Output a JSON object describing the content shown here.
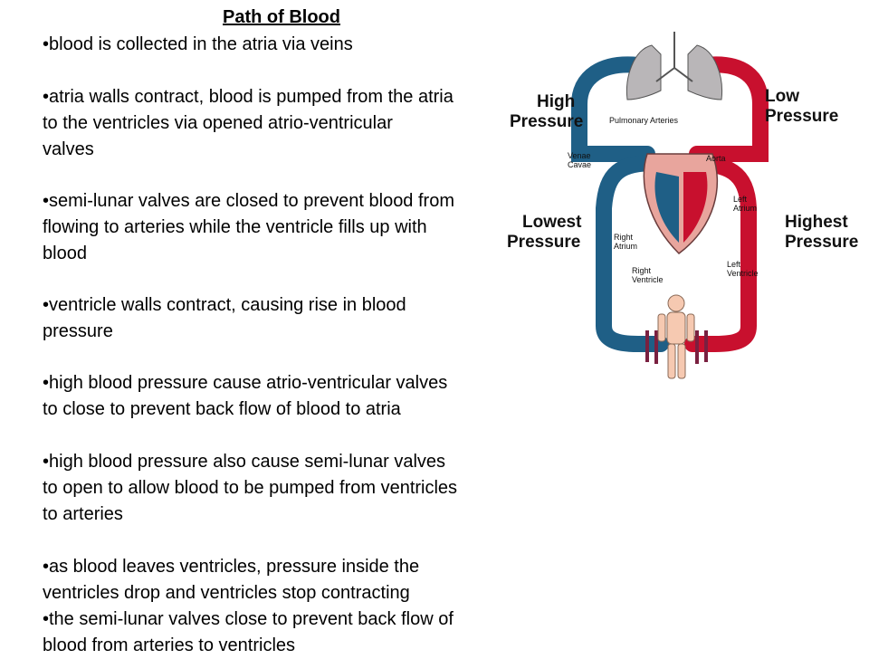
{
  "title": "Path of Blood",
  "paragraphs": [
    "•blood is collected in the atria via veins",
    "•atria walls contract, blood is pumped from the atria\nto the ventricles via opened atrio-ventricular\n valves",
    "•semi-lunar valves are closed to prevent blood from\nflowing to arteries while the ventricle fills up with\nblood",
    "•ventricle walls contract, causing rise in blood\npressure",
    "•high blood pressure cause atrio-ventricular valves\nto close to prevent back flow of blood to atria",
    "•high blood pressure also cause semi-lunar valves\nto open to allow blood to be pumped from ventricles\nto arteries",
    "•as blood leaves ventricles, pressure inside the\nventricles drop and ventricles stop contracting",
    "•the semi-lunar valves close to prevent back flow of\nblood from arteries to ventricles"
  ],
  "diagram": {
    "pressure_labels": {
      "high": "High\nPressure",
      "low": "Low\nPressure",
      "lowest": "Lowest\nPressure",
      "highest": "Highest\nPressure"
    },
    "part_labels": {
      "pulmonary_arteries": "Pulmonary Arteries",
      "venae_cavae": "Venae\nCavae",
      "aorta": "Aorta",
      "left_atrium": "Left\nAtrium",
      "right_atrium": "Right\nAtrium",
      "right_ventricle": "Right\nVentricle",
      "left_ventricle": "Left\nVentricle"
    },
    "colors": {
      "oxygenated": "#c8102e",
      "deoxygenated": "#1f5f86"
    }
  }
}
